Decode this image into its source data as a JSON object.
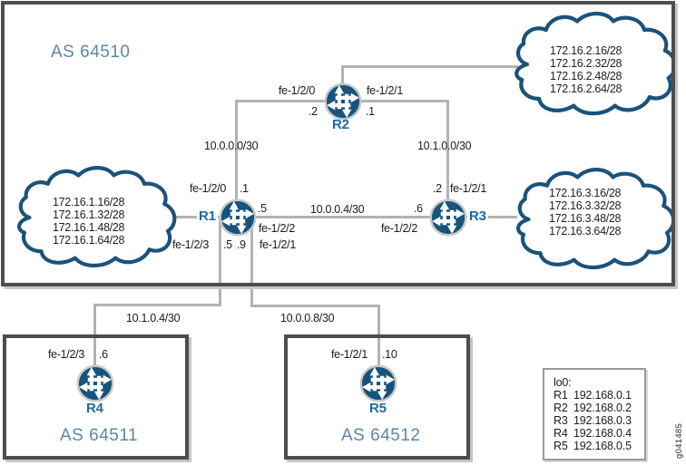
{
  "as_boxes": {
    "as64510": "AS 64510",
    "as64511": "AS 64511",
    "as64512": "AS 64512"
  },
  "routers": {
    "r1": "R1",
    "r2": "R2",
    "r3": "R3",
    "r4": "R4",
    "r5": "R5"
  },
  "clouds": {
    "cloud1": [
      "172.16.1.16/28",
      "172.16.1.32/28",
      "172.16.1.48/28",
      "172.16.1.64/28"
    ],
    "cloud2": [
      "172.16.2.16/28",
      "172.16.2.32/28",
      "172.16.2.48/28",
      "172.16.2.64/28"
    ],
    "cloud3": [
      "172.16.3.16/28",
      "172.16.3.32/28",
      "172.16.3.48/28",
      "172.16.3.64/28"
    ]
  },
  "subnets": {
    "r1_r2": "10.0.0.0/30",
    "r2_r3": "10.1.0.0/30",
    "r1_r3": "10.0.0.4/30",
    "r1_r4": "10.1.0.4/30",
    "r1_r5": "10.0.0.8/30"
  },
  "interfaces": {
    "r2_left_if": "fe-1/2/0",
    "r2_left_addr": ".2",
    "r2_right_if": "fe-1/2/1",
    "r2_right_addr": ".1",
    "r1_top_if": "fe-1/2/0",
    "r1_top_addr": ".1",
    "r1_right_addr": ".5",
    "r1_right_if": "fe-1/2/2",
    "r3_left_addr": ".6",
    "r3_left_if": "fe-1/2/2",
    "r3_top_addr": ".2",
    "r3_top_if": "fe-1/2/1",
    "r1_bl_if": "fe-1/2/3",
    "r1_bl_addr": ".5",
    "r1_br_addr": ".9",
    "r1_br_if": "fe-1/2/1",
    "r4_if": "fe-1/2/3",
    "r4_addr": ".6",
    "r5_if": "fe-1/2/1",
    "r5_addr": ".10"
  },
  "legend": {
    "title": "lo0:",
    "rows": [
      {
        "name": "R1",
        "ip": "192.168.0.1"
      },
      {
        "name": "R2",
        "ip": "192.168.0.2"
      },
      {
        "name": "R3",
        "ip": "192.168.0.3"
      },
      {
        "name": "R4",
        "ip": "192.168.0.4"
      },
      {
        "name": "R5",
        "ip": "192.168.0.5"
      }
    ]
  },
  "watermark": "g041485",
  "colors": {
    "router_fill": "#17537c",
    "router_ring": "#c8c8c8",
    "router_label_blue": "#1c6ba4",
    "as_label_blue": "#5b87a8",
    "cloud_stroke": "#1a537a",
    "line_gray": "#b2b2b2",
    "box_border_gray": "#4d4d4d"
  }
}
